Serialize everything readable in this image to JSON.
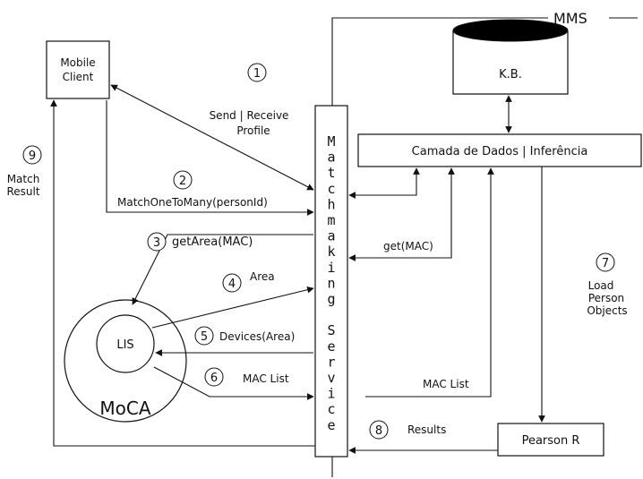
{
  "diagram": {
    "mms_label": "MMS",
    "kb_label": "K.B.",
    "mobile_client": [
      "Mobile",
      "Client"
    ],
    "camada_label": "Camada de Dados | Inferência",
    "pearson_label": "Pearson R",
    "lis_label": "LIS",
    "moca_label": "MoCA",
    "matchmaking_service_letters": [
      "M",
      "a",
      "t",
      "c",
      "h",
      "m",
      "a",
      "k",
      "i",
      "n",
      "g",
      "",
      "S",
      "e",
      "r",
      "v",
      "i",
      "c",
      "e"
    ],
    "steps": {
      "s1": {
        "num": "1"
      },
      "s2": {
        "num": "2",
        "label": "MatchOneToMany(personId)"
      },
      "s3": {
        "num": "3",
        "label": "getArea(MAC)"
      },
      "s4": {
        "num": "4",
        "label": "Area"
      },
      "s5": {
        "num": "5",
        "label": "Devices(Area)"
      },
      "s6": {
        "num": "6",
        "label": "MAC List"
      },
      "s7": {
        "num": "7",
        "label_lines": [
          "Load",
          "Person",
          "Objects"
        ]
      },
      "s8": {
        "num": "8",
        "label": "Results"
      },
      "s9": {
        "num": "9",
        "label_lines": [
          "Match",
          "Result"
        ]
      }
    },
    "send_receive": [
      "Send | Receive",
      "Profile"
    ],
    "get_mac": "get(MAC)",
    "mac_list_right": "MAC List"
  }
}
